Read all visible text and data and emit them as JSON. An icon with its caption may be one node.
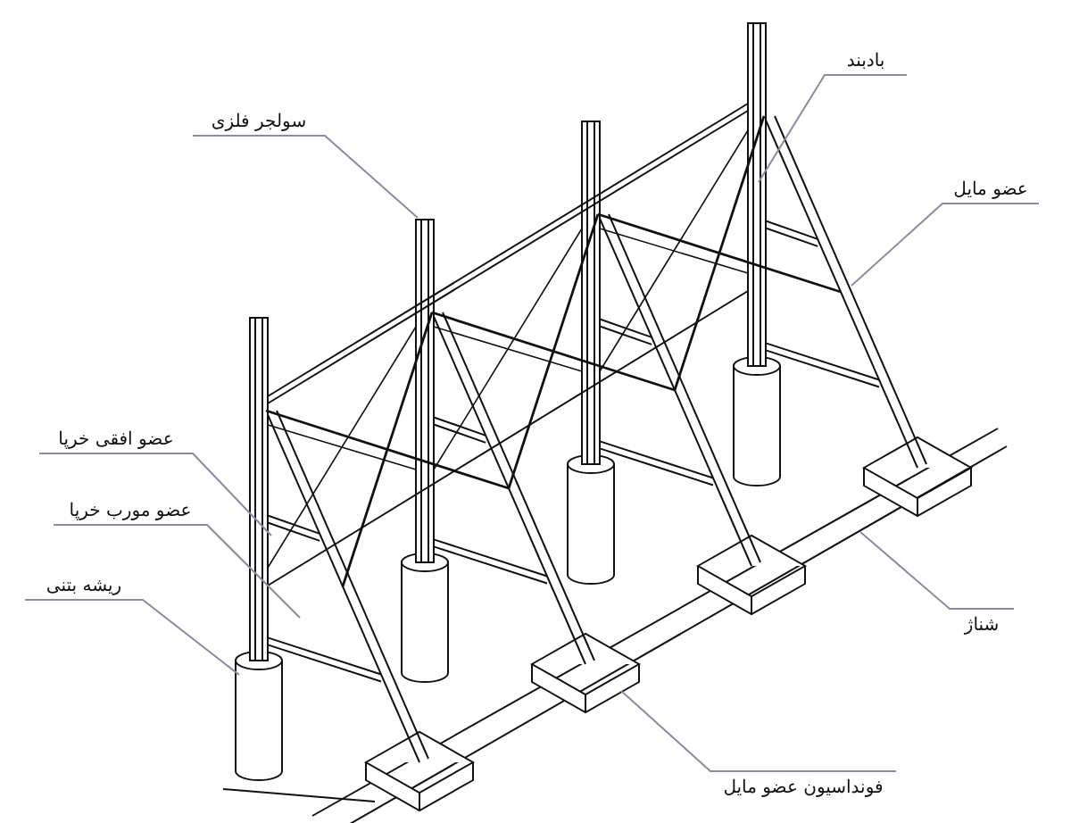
{
  "diagram": {
    "nodes": [
      {
        "text": [
          "بادبند"
        ]
      },
      {
        "text": [
          "سولجر فلزی"
        ]
      },
      {
        "text": [
          "عضو مایل"
        ]
      },
      {
        "text": [
          "عضو افقی خرپا"
        ]
      },
      {
        "text": [
          "عضو مورب خرپا"
        ]
      },
      {
        "text": [
          "ریشه بتنی"
        ]
      },
      {
        "text": [
          "شناژ"
        ]
      },
      {
        "text": [
          "فونداسیون عضو مایل"
        ]
      }
    ],
    "edges": [
      {
        "from": 0,
        "to": null,
        "arrow": "none"
      },
      {
        "from": 1,
        "to": null,
        "arrow": "none"
      },
      {
        "from": 2,
        "to": null,
        "arrow": "none"
      },
      {
        "from": 3,
        "to": null,
        "arrow": "none"
      },
      {
        "from": 4,
        "to": null,
        "arrow": "none"
      },
      {
        "from": 5,
        "to": null,
        "arrow": "none"
      },
      {
        "from": 6,
        "to": null,
        "arrow": "none"
      },
      {
        "from": 7,
        "to": null,
        "arrow": "none"
      }
    ]
  }
}
